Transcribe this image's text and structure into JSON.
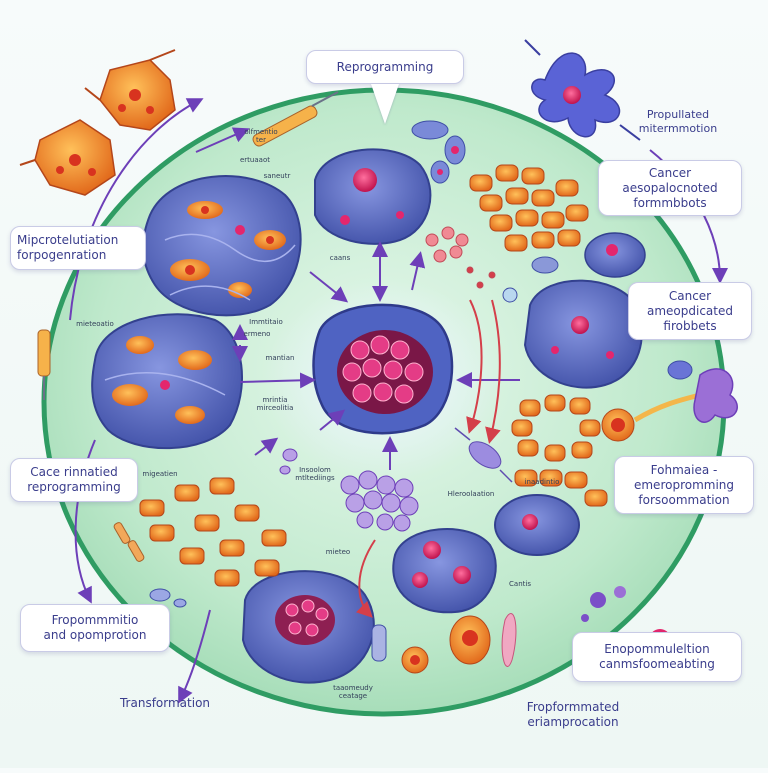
{
  "labels": {
    "reprogramming_top": "Reprogramming",
    "microenv_reprogramming": [
      "Mipcrotelutiation",
      "forpogenration"
    ],
    "cancer_reprogramming": [
      "Cace rinnatied",
      "reprogramming"
    ],
    "reprogramming_oppression": [
      "Fropommmitio",
      "and opomprotion"
    ],
    "transformation": "Transformation",
    "reprocessed_inflammation": [
      "Fropformmated",
      "eriamprocation"
    ],
    "populated_inflammation": [
      "Propullated",
      "mitermmotion"
    ],
    "caf_top": [
      "Cancer",
      "aesopalocnoted",
      "formmbbots"
    ],
    "caf_mid": [
      "Cancer",
      "ameopdicated",
      "firobbets"
    ],
    "formation_reprogramming": [
      "Fohmaiea -",
      "emeropromming",
      "forsoommation"
    ],
    "enopomulation": [
      "Enopommuleltion",
      "canmsfoomeabting"
    ]
  },
  "micro_labels": {
    "a": [
      "olfmentio",
      "ter"
    ],
    "b": "ertuaaot",
    "c": "saneutr",
    "d": "caans",
    "e": "mieteoatio",
    "f": "Immtitaio",
    "g": "ermeno",
    "h": "mantian",
    "i": [
      "mrintia",
      "mirceolitia"
    ],
    "j": "migeatien",
    "k": [
      "Insoolom",
      "mtltediings"
    ],
    "l": "Hleroolaation",
    "m": "inaadintio",
    "n": "mieteo",
    "o": "Cantis",
    "p": [
      "taaomeudy",
      "ceatage"
    ]
  },
  "colors": {
    "disc_fill": "#c6ecd3",
    "disc_edge": "#2f9c63",
    "cell_blue": "#5b6ec7",
    "cell_blue_dark": "#3f4fa6",
    "nucleus_pink": "#e4266d",
    "orange": "#ee8a2e",
    "arrow_purple": "#6d3fb8",
    "arrow_red": "#d43f4a"
  }
}
